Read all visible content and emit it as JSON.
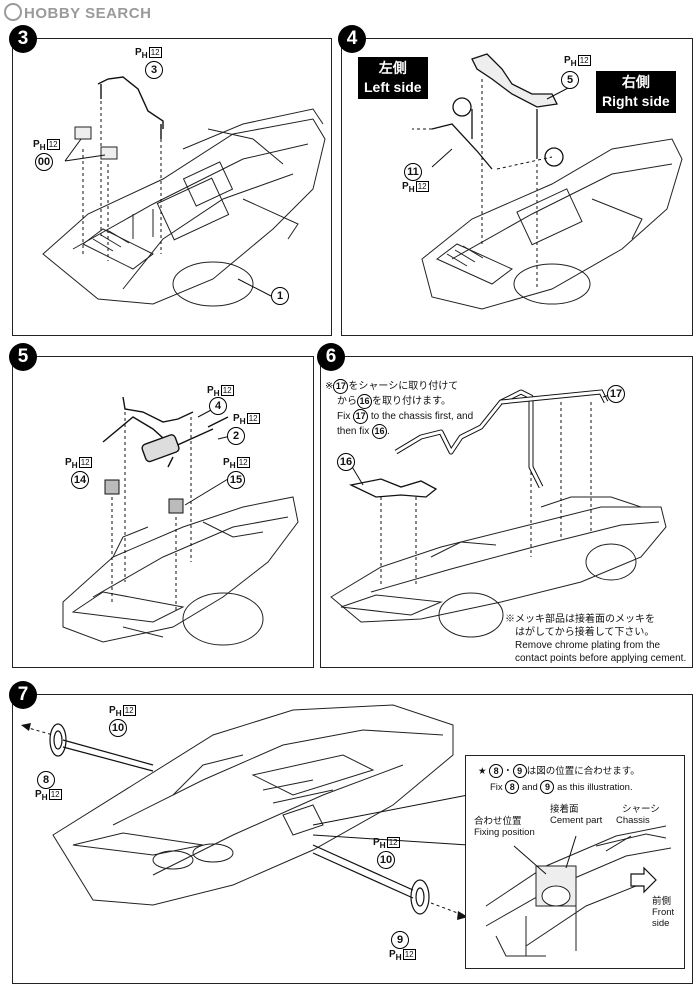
{
  "watermark": "HOBBY SEARCH",
  "ph_prefix": "P",
  "ph_sub": "H",
  "steps": [
    {
      "num": "3",
      "parts": [
        "3",
        "00",
        "1"
      ],
      "ph": [
        "12",
        "12"
      ]
    },
    {
      "num": "4",
      "parts": [
        "5",
        "11"
      ],
      "ph": [
        "12",
        "12"
      ],
      "left_jp": "左側",
      "left_en": "Left side",
      "right_jp": "右側",
      "right_en": "Right side"
    },
    {
      "num": "5",
      "parts": [
        "4",
        "2",
        "14",
        "15"
      ],
      "ph": [
        "12",
        "12",
        "12",
        "12"
      ]
    },
    {
      "num": "6",
      "parts": [
        "17",
        "16"
      ],
      "note_jp1": "※",
      "note_jp1b": "をシャーシに取り付けて",
      "note_jp2": "から",
      "note_jp2b": "を取り付けます。",
      "note_en1a": "Fix",
      "note_en1b": "to the chassis first, and",
      "note_en2a": "then fix",
      "note_en2b": ".",
      "note2_jp1": "※メッキ部品は接着面のメッキを",
      "note2_jp2": "はがしてから接着して下さい。",
      "note2_en1": "Remove chrome plating from the",
      "note2_en2": "contact points before applying cement."
    },
    {
      "num": "7",
      "parts": [
        "10",
        "8",
        "10",
        "9"
      ],
      "ph": [
        "12",
        "12",
        "12",
        "12"
      ],
      "inset_jp": "★",
      "inset_jp_b": "は図の位置に合わせます。",
      "inset_en_a": "Fix",
      "inset_en_b": "and",
      "inset_en_c": "as this illustration.",
      "fix_jp": "合わせ位置",
      "fix_en": "Fixing position",
      "cement_jp": "接着面",
      "cement_en": "Cement part",
      "chassis_jp": "シャーシ",
      "chassis_en": "Chassis",
      "front_jp": "前側",
      "front_en1": "Front",
      "front_en2": "side"
    }
  ]
}
